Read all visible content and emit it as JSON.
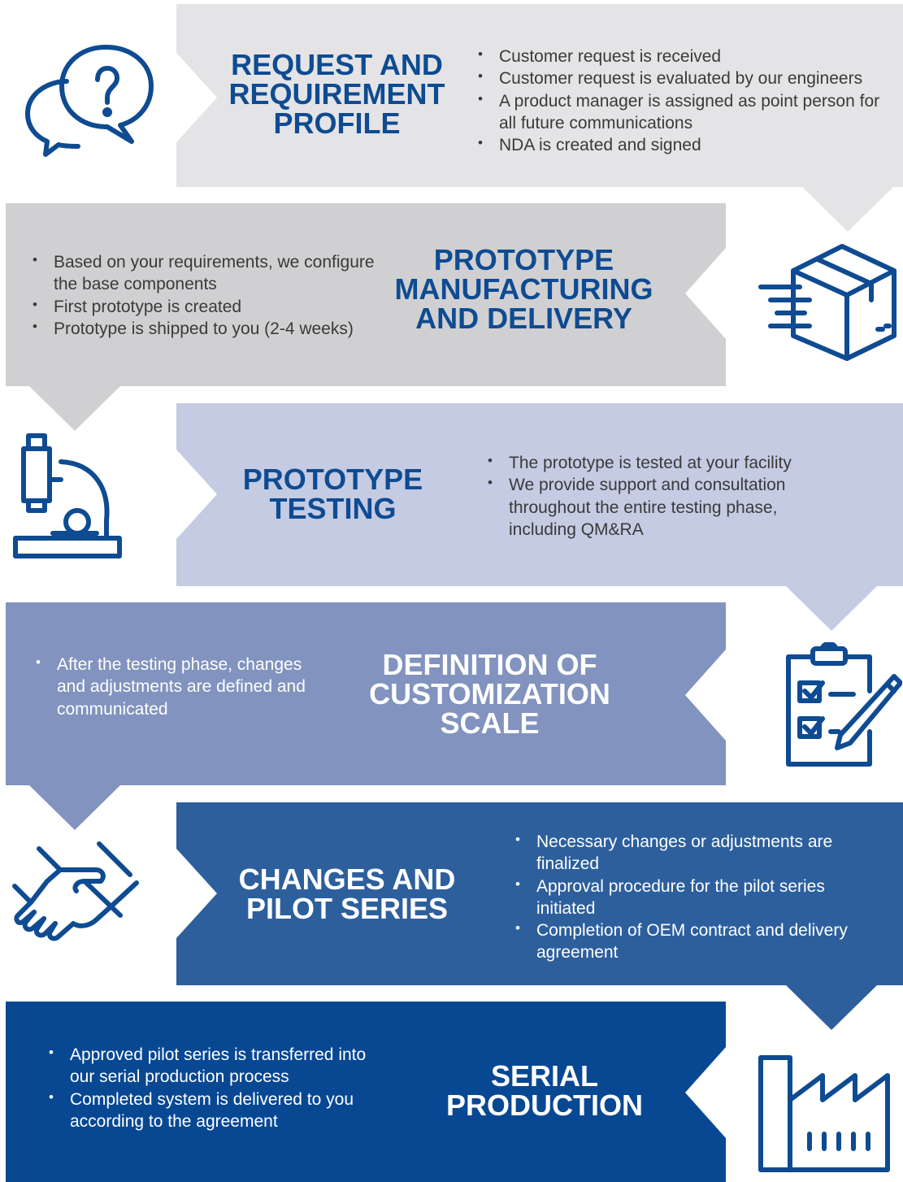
{
  "colors": {
    "step1": "#e4e4e6",
    "step2": "#d0d0d2",
    "step3": "#c4cbe3",
    "step4": "#8193be",
    "step5": "#2d5f9d",
    "step6": "#084893",
    "heading_dark": "#0e4b92",
    "icon": "#0e4b92",
    "text_dark": "#3a3a3a"
  },
  "steps": [
    {
      "title": [
        "REQUEST AND",
        "REQUIREMENT",
        "PROFILE"
      ],
      "icon": "speech-bubbles-question-icon",
      "bullets": [
        "Customer request is received",
        "Customer request is evaluated by our engineers",
        "A product manager is assigned as point person for all future communications",
        "NDA is created and signed"
      ]
    },
    {
      "title": [
        "PROTOTYPE",
        "MANUFACTURING",
        "AND DELIVERY"
      ],
      "icon": "shipping-box-icon",
      "bullets": [
        "Based on your requirements, we configure the base components",
        "First prototype is created",
        "Prototype is shipped to you (2-4 weeks)"
      ]
    },
    {
      "title": [
        "PROTOTYPE",
        "TESTING"
      ],
      "icon": "microscope-icon",
      "bullets": [
        "The prototype is tested at your facility",
        "We provide support and consultation throughout the entire testing phase, including QM&RA"
      ]
    },
    {
      "title": [
        "DEFINITION OF",
        "CUSTOMIZATION",
        "SCALE"
      ],
      "icon": "clipboard-checklist-icon",
      "bullets": [
        "After the testing phase, changes and adjustments are defined and communicated"
      ]
    },
    {
      "title": [
        "CHANGES AND",
        "PILOT SERIES"
      ],
      "icon": "handshake-icon",
      "bullets": [
        "Necessary changes or adjustments are finalized",
        "Approval procedure for the pilot series initiated",
        "Completion of OEM contract and delivery agreement"
      ]
    },
    {
      "title": [
        "SERIAL",
        "PRODUCTION"
      ],
      "icon": "factory-icon",
      "bullets": [
        "Approved pilot series is transferred into our serial production process",
        "Completed system is delivered to you according to the agreement"
      ]
    }
  ]
}
